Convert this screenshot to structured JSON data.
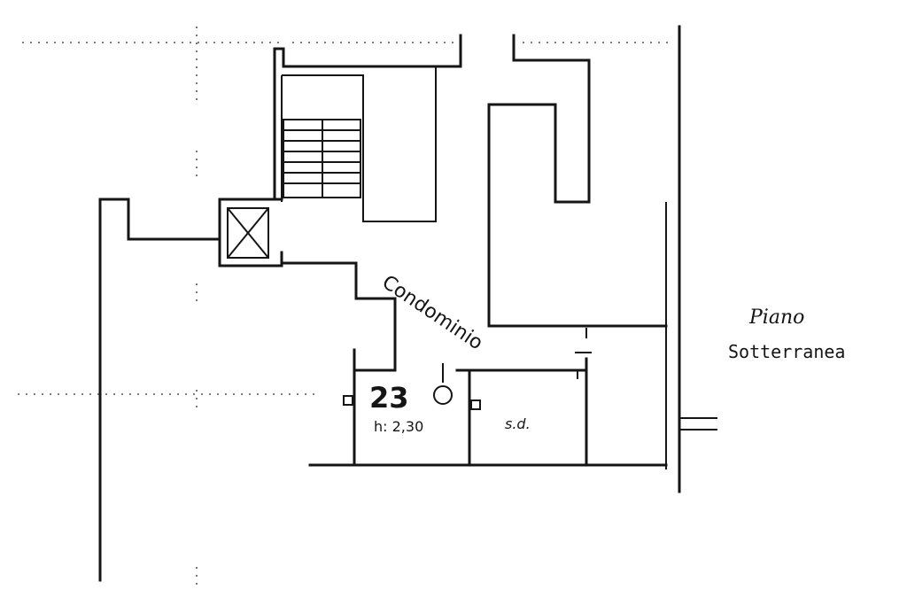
{
  "labels": {
    "floor_title": "Piano",
    "floor_subtitle": "Sotterranea",
    "area_label": "Condominio",
    "unit_number": "23",
    "unit_height": "h: 2,30",
    "storage_label": "s.d."
  },
  "colors": {
    "ink": "#151515",
    "paper": "#ffffff"
  }
}
